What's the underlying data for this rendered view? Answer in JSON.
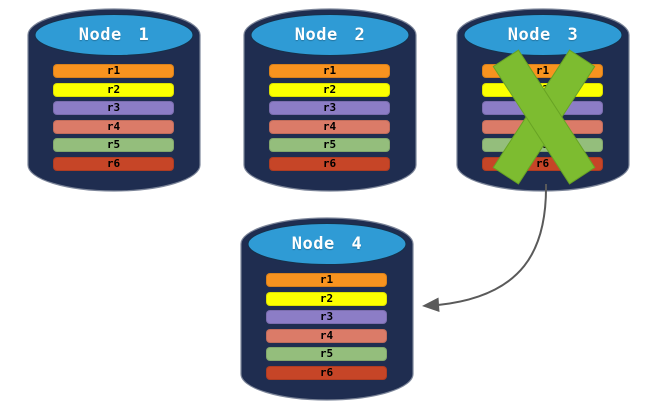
{
  "diagram": {
    "description": "database-replication-node-failure-diagram"
  },
  "nodes": [
    {
      "id": "node-1",
      "title": "Node 1",
      "failed": false
    },
    {
      "id": "node-2",
      "title": "Node 2",
      "failed": false
    },
    {
      "id": "node-3",
      "title": "Node 3",
      "failed": true
    },
    {
      "id": "node-4",
      "title": "Node 4",
      "failed": false
    }
  ],
  "rows": [
    {
      "label": "r1",
      "color": "#F8931F"
    },
    {
      "label": "r2",
      "color": "#FBFF00"
    },
    {
      "label": "r3",
      "color": "#8C7DC6"
    },
    {
      "label": "r4",
      "color": "#DB7B68"
    },
    {
      "label": "r5",
      "color": "#94BE7C"
    },
    {
      "label": "r6",
      "color": "#C64527"
    }
  ],
  "annotations": {
    "failure_x": {
      "on_node": "Node 3",
      "icon": "x-cross",
      "color": "#7DBC30",
      "shadow_color": "#111111"
    },
    "arrow": {
      "from": "Node 3",
      "to": "Node 4",
      "style": "curved",
      "color": "#5A5A5A"
    }
  },
  "colors": {
    "cylinder_body": "#1F2D50",
    "cylinder_top": "#2F9BD5",
    "cylinder_outline": "#7C8599",
    "fail_x": "#7DBC30",
    "fail_x_edge": "#68A324",
    "fail_x_shadow": "#111111",
    "arrow": "#5A5A5A",
    "title_text": "#FFFFFF",
    "row_label_text": "#000000",
    "background": "#FFFFFF"
  }
}
